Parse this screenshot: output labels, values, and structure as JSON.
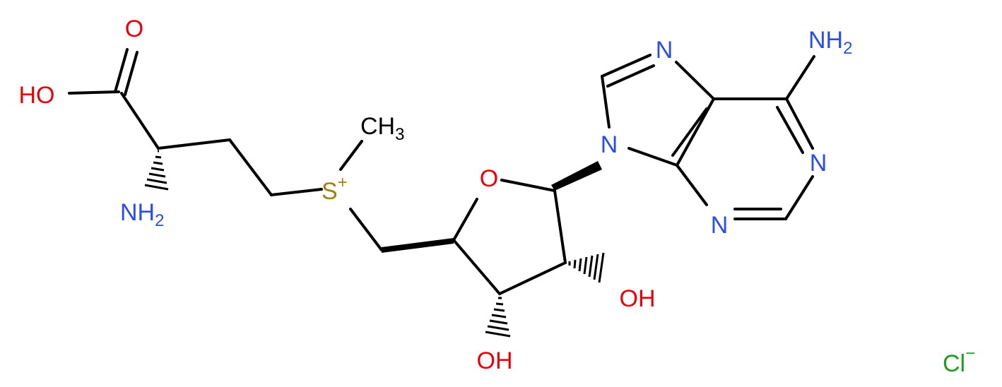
{
  "colors": {
    "bond": "#000000",
    "oxygen": "#e8000b",
    "nitrogen": "#2b4de8",
    "sulfur": "#a08010",
    "chlorine": "#1e9e1e",
    "carbon": "#000000"
  },
  "labels": {
    "carbonyl_o": "O",
    "hydroxyl": "HO",
    "amine": "NH",
    "amine_sub": "2",
    "sulfonium": "S",
    "sulfonium_charge": "+",
    "methyl": "CH",
    "methyl_sub": "3",
    "ring_o": "O",
    "ribose_oh_right": "OH",
    "ribose_oh_bottom": "OH",
    "n9": "N",
    "n7": "N",
    "n1": "N",
    "n3": "N",
    "purine_amine": "NH",
    "purine_amine_sub": "2",
    "chloride": "Cl",
    "chloride_charge": "−"
  }
}
